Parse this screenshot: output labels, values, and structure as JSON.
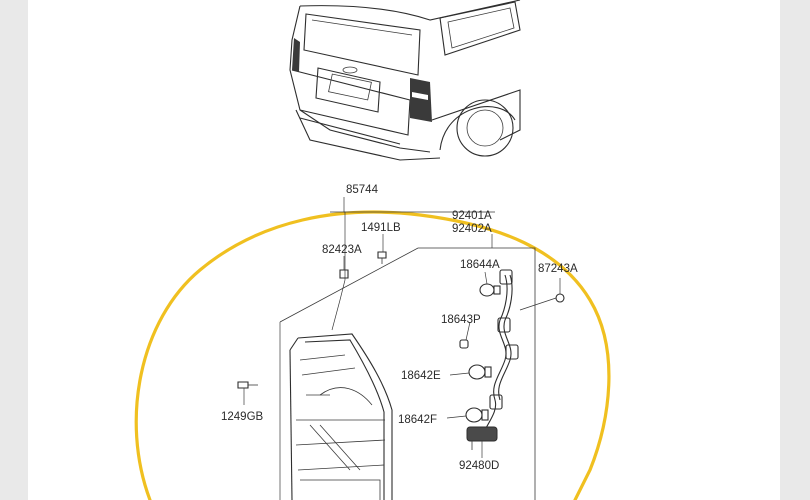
{
  "diagram": {
    "part_numbers": {
      "bracket": "85744",
      "screw_top": "1491LB",
      "nut_top": "82423A",
      "wiring_assy_a": "92401A",
      "wiring_assy_b": "92402A",
      "bulb_small": "18644A",
      "grommet": "87243A",
      "bulb_wedge": "18643P",
      "bulb_stop": "18642E",
      "bulb_turn": "18642F",
      "screw_left": "1249GB",
      "socket_assy": "92480D"
    },
    "icons": {
      "vehicle": "rear-view-van-icon",
      "highlight": "circle-highlight-icon"
    },
    "colors": {
      "highlight": "#f0c020",
      "line": "#2e2e2e",
      "rear_lamp_fill": "#3a3a3a"
    }
  }
}
